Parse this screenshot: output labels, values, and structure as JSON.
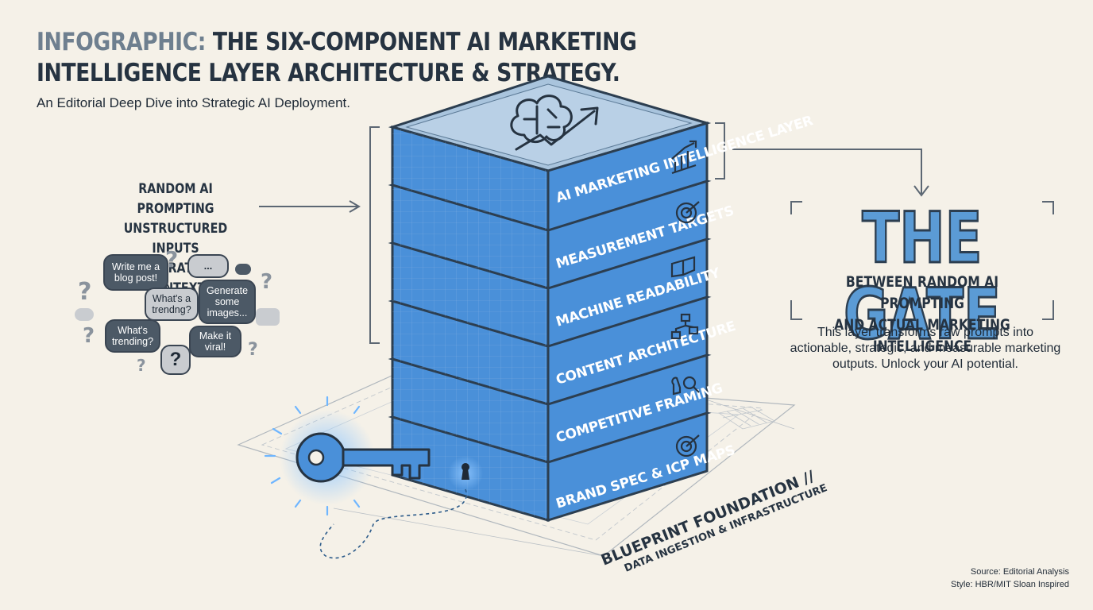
{
  "header": {
    "title_lead": "INFOGRAPHIC:",
    "title_rest": "THE SIX-COMPONENT AI MARKETING INTELLIGENCE LAYER ARCHITECTURE & STRATEGY.",
    "subtitle": "An Editorial Deep Dive into Strategic AI Deployment."
  },
  "left": {
    "labels": [
      "RANDOM AI PROMPTING",
      "UNSTRUCTURED INPUTS",
      "NO STRATEGIC CONTEXT"
    ],
    "bubbles": [
      "Write me a blog post!",
      "What's a trendng?",
      "Generate some images...",
      "What's trending?",
      "Make it viral!"
    ],
    "marks": [
      "?",
      "...",
      "?"
    ]
  },
  "stack": {
    "layers": [
      {
        "label": "AI MARKETING INTELLIGENCE LAYER",
        "icon": "growth-chart-icon"
      },
      {
        "label": "MEASUREMENT TARGETS",
        "icon": "target-icon"
      },
      {
        "label": "MACHINE READABILITY",
        "icon": "book-icon"
      },
      {
        "label": "CONTENT ARCHITECTURE",
        "icon": "hierarchy-icon"
      },
      {
        "label": "COMPETITIVE FRAMING",
        "icon": "chess-magnifier-icon"
      },
      {
        "label": "BRAND SPEC & ICP MAPS",
        "icon": "target-icon"
      }
    ],
    "top_icon": "brain-arrow-icon",
    "key_icon": "key-icon",
    "keyhole_icon": "keyhole-icon"
  },
  "foundation": {
    "line1": "BLUEPRINT FOUNDATION //",
    "line2": "DATA INGESTION & INFRASTRUCTURE"
  },
  "gate": {
    "title": "THE GATE",
    "sub1": "BETWEEN RANDOM AI PROMPTING",
    "sub2": "AND ACTUAL MARKETING INTELLIGENCE",
    "description": "This layer transforms raw prompts into actionable, strategic, and measurable marketing outputs. Unlock your AI potential."
  },
  "source": {
    "line1": "Source: Editorial Analysis",
    "line2": "Style: HBR/MIT Sloan Inspired"
  },
  "colors": {
    "background": "#f5f1e8",
    "layer_blue": "#4a90d9",
    "layer_dark": "#2c3e50",
    "gate_blue": "#5b9bd5",
    "text_dark": "#263341"
  }
}
